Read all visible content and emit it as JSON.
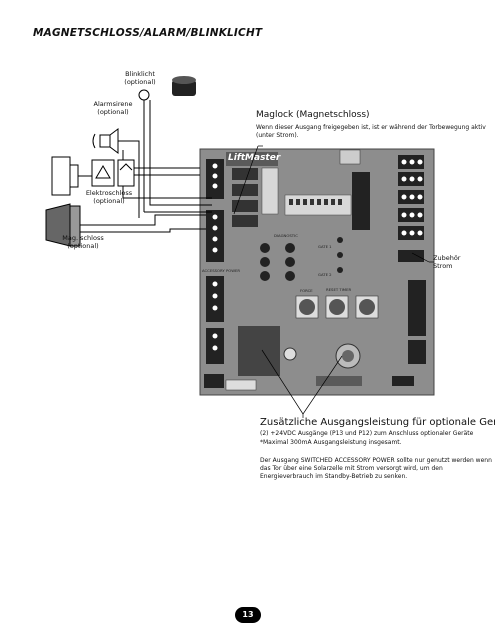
{
  "page": {
    "title": "MAGNETSCHLOSS/ALARM/BLINKLICHT",
    "page_number": "13"
  },
  "labels": {
    "strobe_line1": "Blinklicht",
    "strobe_line2": "(optional)",
    "alarm_line1": "Alarmsirene",
    "alarm_line2": "(optional)",
    "elock_line1": "Elektroschloss",
    "elock_line2": "(optional)",
    "maglock_line1": "Mag. schloss",
    "maglock_line2": "(optional)",
    "accessory_line1": "Zubehör",
    "accessory_line2": "Strom"
  },
  "maglock": {
    "title": "Maglock (Magnetschloss)",
    "description": "Wenn dieser Ausgang freigegeben ist, ist er während der Torbewegung aktiv (unter Strom)."
  },
  "accessory_power": {
    "title": "Zusätzliche Ausgangsleistung für optionale Geräte",
    "line1": "(2) +24VDC Ausgänge (P13 und P12) zum Anschluss optionaler Geräte",
    "line2": "*Maximal 300mA Ausgangsleistung insgesamt.",
    "solar_note": "Der Ausgang SWITCHED ACCESSORY POWER sollte nur genutzt werden wenn das Tor über eine Solarzelle mit Strom versorgt wird, um den Energieverbrauch im Standby-Betrieb zu senken."
  },
  "board": {
    "brand": "LiftMaster",
    "gate1": "GATE 1",
    "gate2": "GATE 2",
    "force": "FORCE",
    "reset_timer": "RESET TIMER",
    "diagnostic": "DIAGNOSTIC",
    "accessory": "ACCESSORY POWER"
  },
  "colors": {
    "board": "#8d8d8d",
    "board_dark": "#5a5a5a",
    "wire": "#000000"
  }
}
